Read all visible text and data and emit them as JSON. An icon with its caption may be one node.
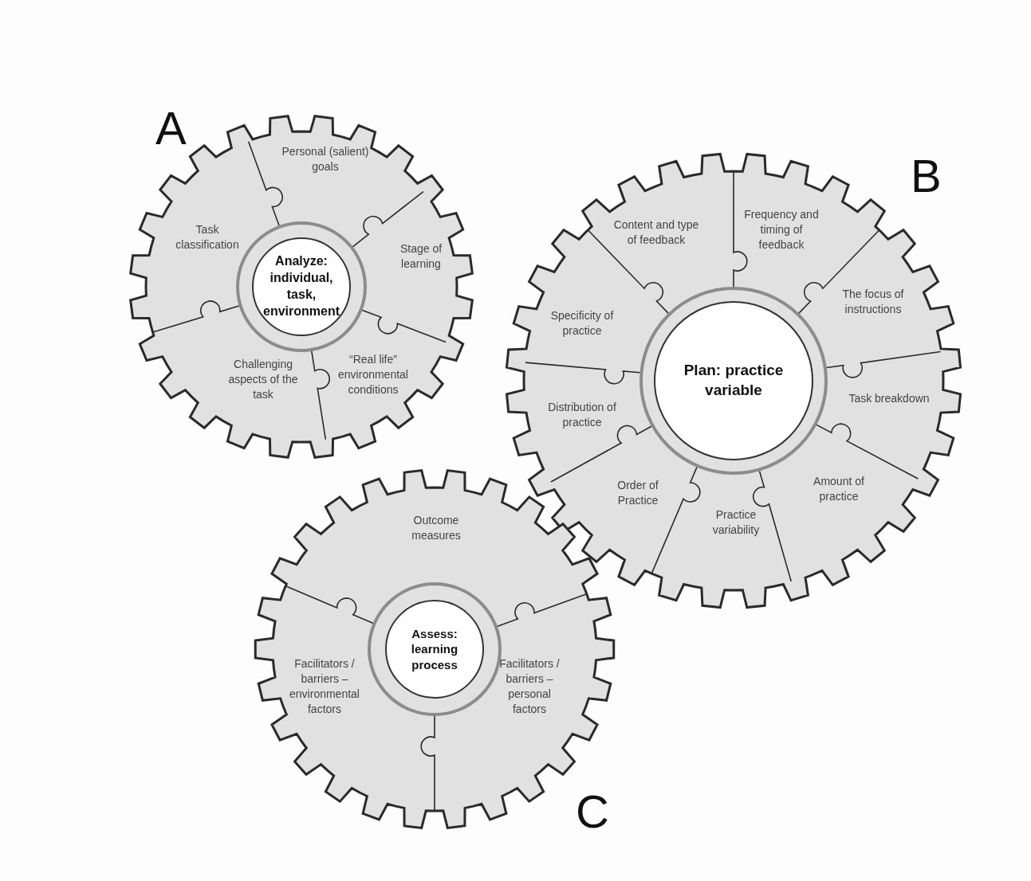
{
  "diagram": {
    "nodes": [
      {
        "text": [
          "A"
        ]
      },
      {
        "text": [
          "Analyze: individual, task, environment"
        ],
        "in": 0
      },
      {
        "text": [
          "Personal (salient) goals"
        ],
        "in": 0
      },
      {
        "text": [
          "Stage of learning"
        ],
        "in": 0
      },
      {
        "text": [
          "“Real life” environmental conditions"
        ],
        "in": 0
      },
      {
        "text": [
          "Challenging aspects of the task"
        ],
        "in": 0
      },
      {
        "text": [
          "Task classification"
        ],
        "in": 0
      },
      {
        "text": [
          "B"
        ]
      },
      {
        "text": [
          "Plan: practice variable"
        ],
        "in": 7
      },
      {
        "text": [
          "Content and type of feedback"
        ],
        "in": 7
      },
      {
        "text": [
          "Frequency and timing of feedback"
        ],
        "in": 7
      },
      {
        "text": [
          "The focus of instructions"
        ],
        "in": 7
      },
      {
        "text": [
          "Task breakdown"
        ],
        "in": 7
      },
      {
        "text": [
          "Amount of practice"
        ],
        "in": 7
      },
      {
        "text": [
          "Practice variability"
        ],
        "in": 7
      },
      {
        "text": [
          "Order of Practice"
        ],
        "in": 7
      },
      {
        "text": [
          "Distribution of practice"
        ],
        "in": 7
      },
      {
        "text": [
          "Specificity of practice"
        ],
        "in": 7
      },
      {
        "text": [
          "C"
        ]
      },
      {
        "text": [
          "Assess: learning process"
        ],
        "in": 18
      },
      {
        "text": [
          "Outcome measures"
        ],
        "in": 18
      },
      {
        "text": [
          "Facilitators / barriers – personal factors"
        ],
        "in": 18
      },
      {
        "text": [
          "Facilitators / barriers – environmental factors"
        ],
        "in": 18
      }
    ]
  }
}
